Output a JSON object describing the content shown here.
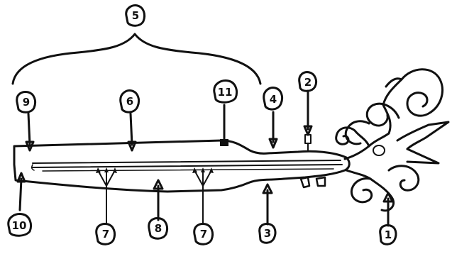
{
  "diagram": {
    "labels": [
      "1",
      "2",
      "3",
      "4",
      "5",
      "6",
      "7",
      "7",
      "8",
      "9",
      "10",
      "11"
    ],
    "colors": {
      "ink": "#111111",
      "paper": "#ffffff"
    }
  }
}
